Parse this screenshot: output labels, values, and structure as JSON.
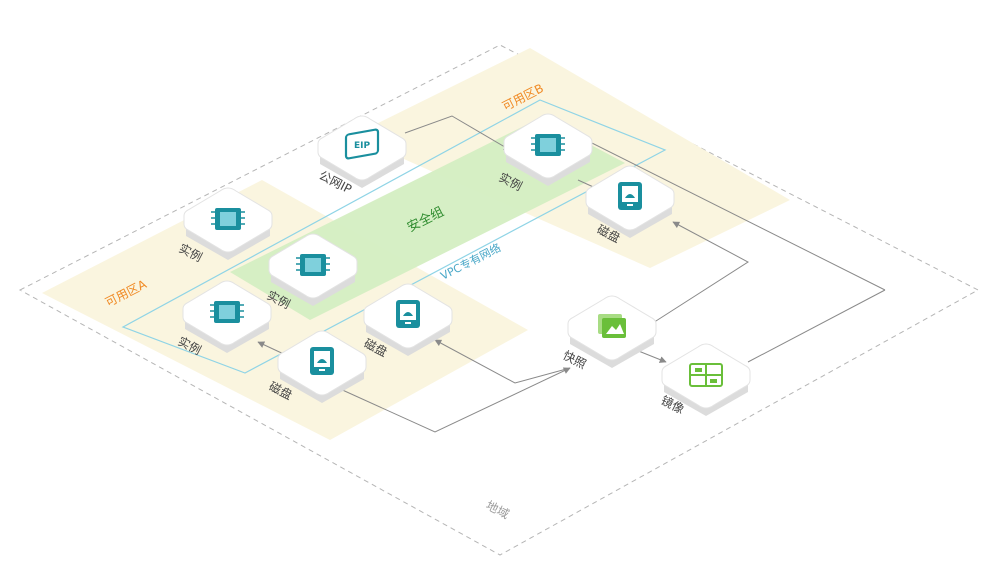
{
  "region": {
    "label": "地域"
  },
  "zones": {
    "a": {
      "label": "可用区A"
    },
    "b": {
      "label": "可用区B"
    }
  },
  "vpc": {
    "label": "VPC专有网络"
  },
  "security_group": {
    "label": "安全组"
  },
  "nodes": {
    "eip": {
      "label": "公网IP",
      "icon": "eip-icon",
      "badge": "EIP"
    },
    "instance_b": {
      "label": "实例",
      "icon": "chip-icon"
    },
    "disk_b": {
      "label": "磁盘",
      "icon": "disk-icon"
    },
    "instance_a1": {
      "label": "实例",
      "icon": "chip-icon"
    },
    "instance_a2": {
      "label": "实例",
      "icon": "chip-icon"
    },
    "instance_a3": {
      "label": "实例",
      "icon": "chip-icon"
    },
    "disk_a1": {
      "label": "磁盘",
      "icon": "disk-icon"
    },
    "disk_a2": {
      "label": "磁盘",
      "icon": "disk-icon"
    },
    "snapshot": {
      "label": "快照",
      "icon": "snapshot-icon"
    },
    "image": {
      "label": "镜像",
      "icon": "image-icon"
    }
  },
  "colors": {
    "zone_fill": "#faf5df",
    "zone_text": "#f08a24",
    "sg_fill": "#d6efc6",
    "sg_text": "#2e8b2e",
    "vpc_line": "#8fd4e6",
    "vpc_text": "#4aa8c8",
    "teal": "#1a8f9e",
    "green": "#6abf3a",
    "region_line": "#b5b5b5",
    "connector": "#8a8a8a"
  }
}
